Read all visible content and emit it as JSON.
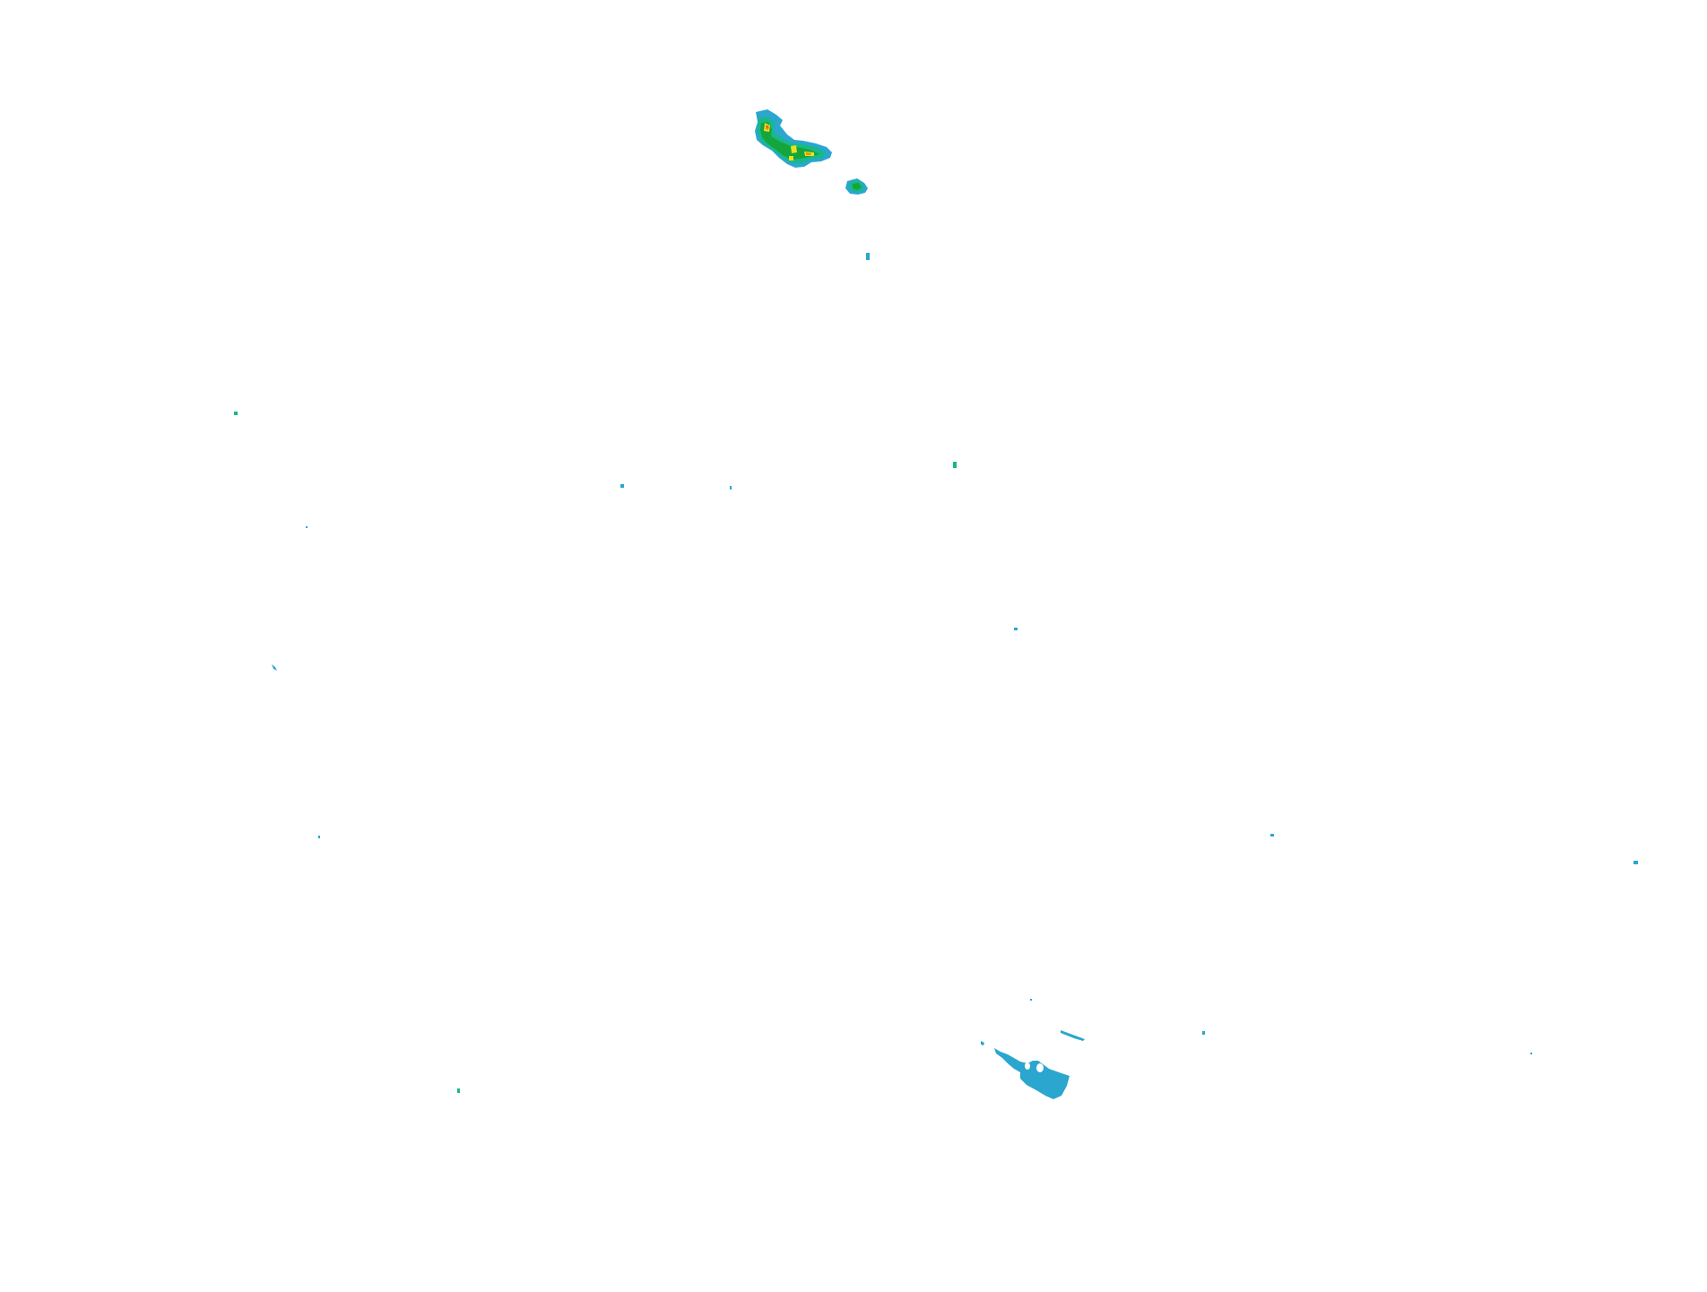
{
  "layer": {
    "type": "precipitation-radar-overlay",
    "background": "transparent"
  },
  "palette": {
    "light": "#2aa6cf",
    "moderate": "#18b88a",
    "medium": "#14a53c",
    "heavy": "#e8e21c",
    "intense": "#ef8a14",
    "extreme": "#e5321e"
  },
  "echoes": [
    {
      "id": "northwest-cell-cluster",
      "max_intensity": "extreme"
    },
    {
      "id": "north-cell",
      "max_intensity": "medium"
    },
    {
      "id": "southern-band",
      "max_intensity": "light"
    },
    {
      "id": "scattered-returns",
      "max_intensity": "moderate"
    }
  ]
}
